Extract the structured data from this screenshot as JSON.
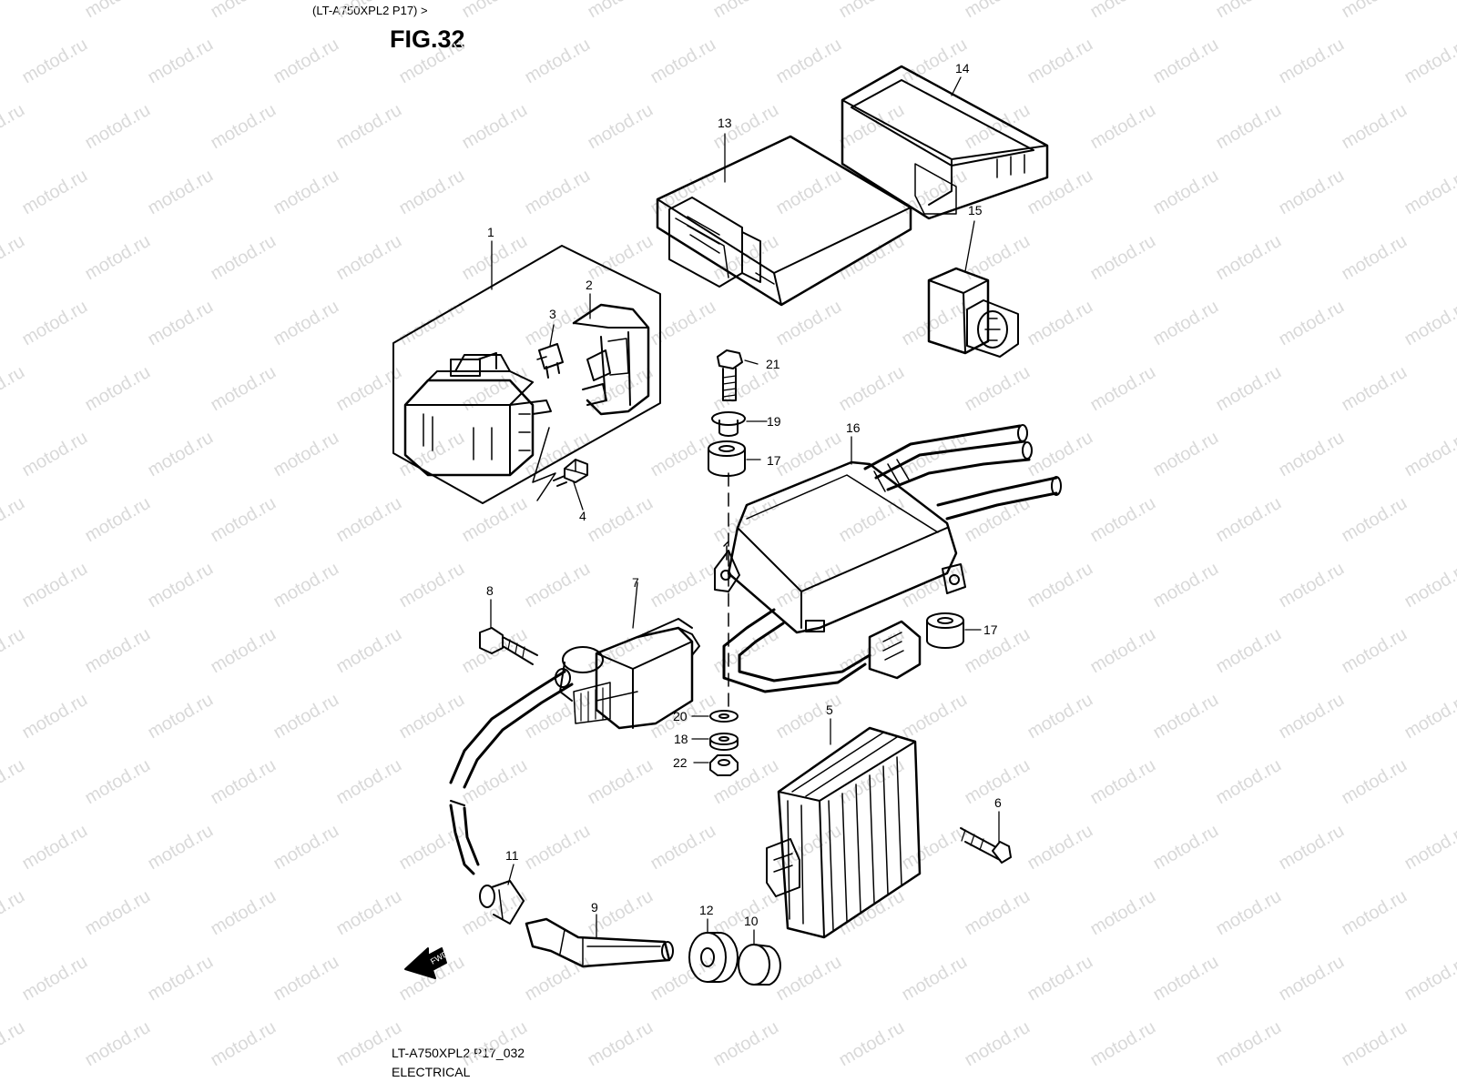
{
  "header": {
    "model_tag": "(LT-A750XPL2 P17) >",
    "figure_title": "FIG.32"
  },
  "footer": {
    "code": "LT-A750XPL2 P17_032",
    "section": "ELECTRICAL"
  },
  "direction_badge": "FWD",
  "watermark": "motod.ru",
  "callouts": [
    "1",
    "2",
    "3",
    "4",
    "5",
    "6",
    "7",
    "8",
    "9",
    "10",
    "11",
    "12",
    "13",
    "14",
    "15",
    "16",
    "17",
    "17",
    "18",
    "19",
    "20",
    "21",
    "22"
  ]
}
